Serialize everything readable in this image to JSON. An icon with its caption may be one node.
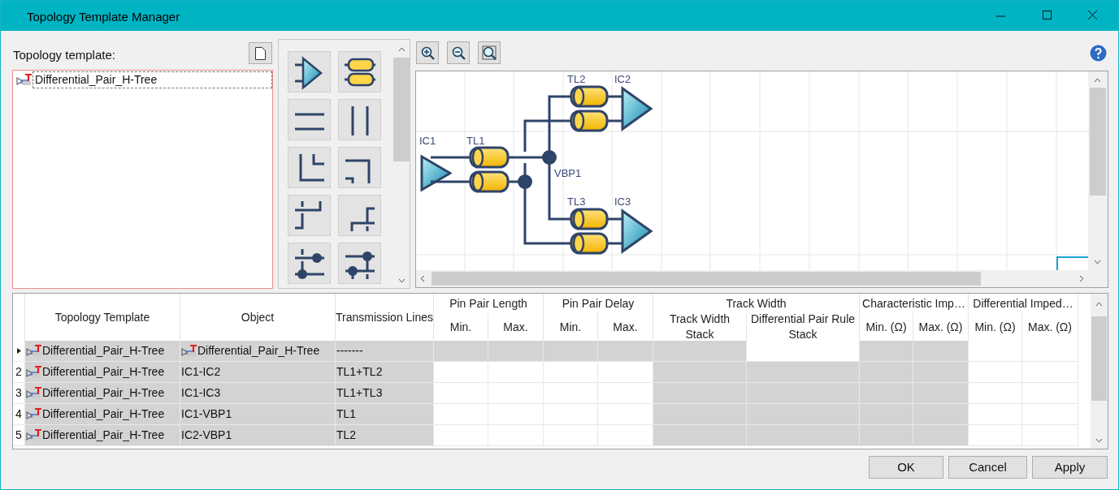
{
  "diagram": {
    "title": "Topology Template Manager",
    "nodes": [
      {
        "text": [
          "IC1"
        ]
      },
      {
        "text": [
          "TL1"
        ]
      },
      {
        "text": [
          "VBP1"
        ]
      },
      {
        "text": [
          "TL2"
        ]
      },
      {
        "text": [
          "IC2"
        ]
      },
      {
        "text": [
          "TL3"
        ]
      },
      {
        "text": [
          "IC3"
        ]
      }
    ],
    "edges": [
      {
        "from": 0,
        "to": 1,
        "arrow": "none"
      },
      {
        "from": 0,
        "to": 1,
        "arrow": "none"
      },
      {
        "from": 1,
        "to": 2,
        "arrow": "none"
      },
      {
        "from": 1,
        "to": 2,
        "arrow": "none"
      },
      {
        "from": 2,
        "to": 3,
        "arrow": "none"
      },
      {
        "from": 2,
        "to": 3,
        "arrow": "none"
      },
      {
        "from": 3,
        "to": 4,
        "arrow": "none"
      },
      {
        "from": 3,
        "to": 4,
        "arrow": "none"
      },
      {
        "from": 2,
        "to": 5,
        "arrow": "none"
      },
      {
        "from": 2,
        "to": 5,
        "arrow": "none"
      },
      {
        "from": 5,
        "to": 6,
        "arrow": "none"
      },
      {
        "from": 5,
        "to": 6,
        "arrow": "none"
      }
    ],
    "labels": [
      "Topology template:",
      "Differential_Pair_H-Tree",
      "Topology Template",
      "Object",
      "Transmission Lines",
      "Pin Pair Length",
      "Pin Pair Delay",
      "Track Width",
      "Characteristic Imp…",
      "Differential Imped…",
      "Min.",
      "Max.",
      "Min.",
      "Max.",
      "Track Width Stack",
      "Differential Pair Rule Stack",
      "Min. (Ω)",
      "Max. (Ω)",
      "Min. (Ω)",
      "Max. (Ω)",
      "Differential_Pair_H-Tree",
      "Differential_Pair_H-Tree",
      "-------",
      "2",
      "Differential_Pair_H-Tree",
      "IC1-IC2",
      "TL1+TL2",
      "3",
      "Differential_Pair_H-Tree",
      "IC1-IC3",
      "TL1+TL3",
      "4",
      "Differential_Pair_H-Tree",
      "IC1-VBP1",
      "TL1",
      "5",
      "Differential_Pair_H-Tree",
      "IC2-VBP1",
      "TL2",
      "OK",
      "Cancel",
      "Apply"
    ]
  }
}
